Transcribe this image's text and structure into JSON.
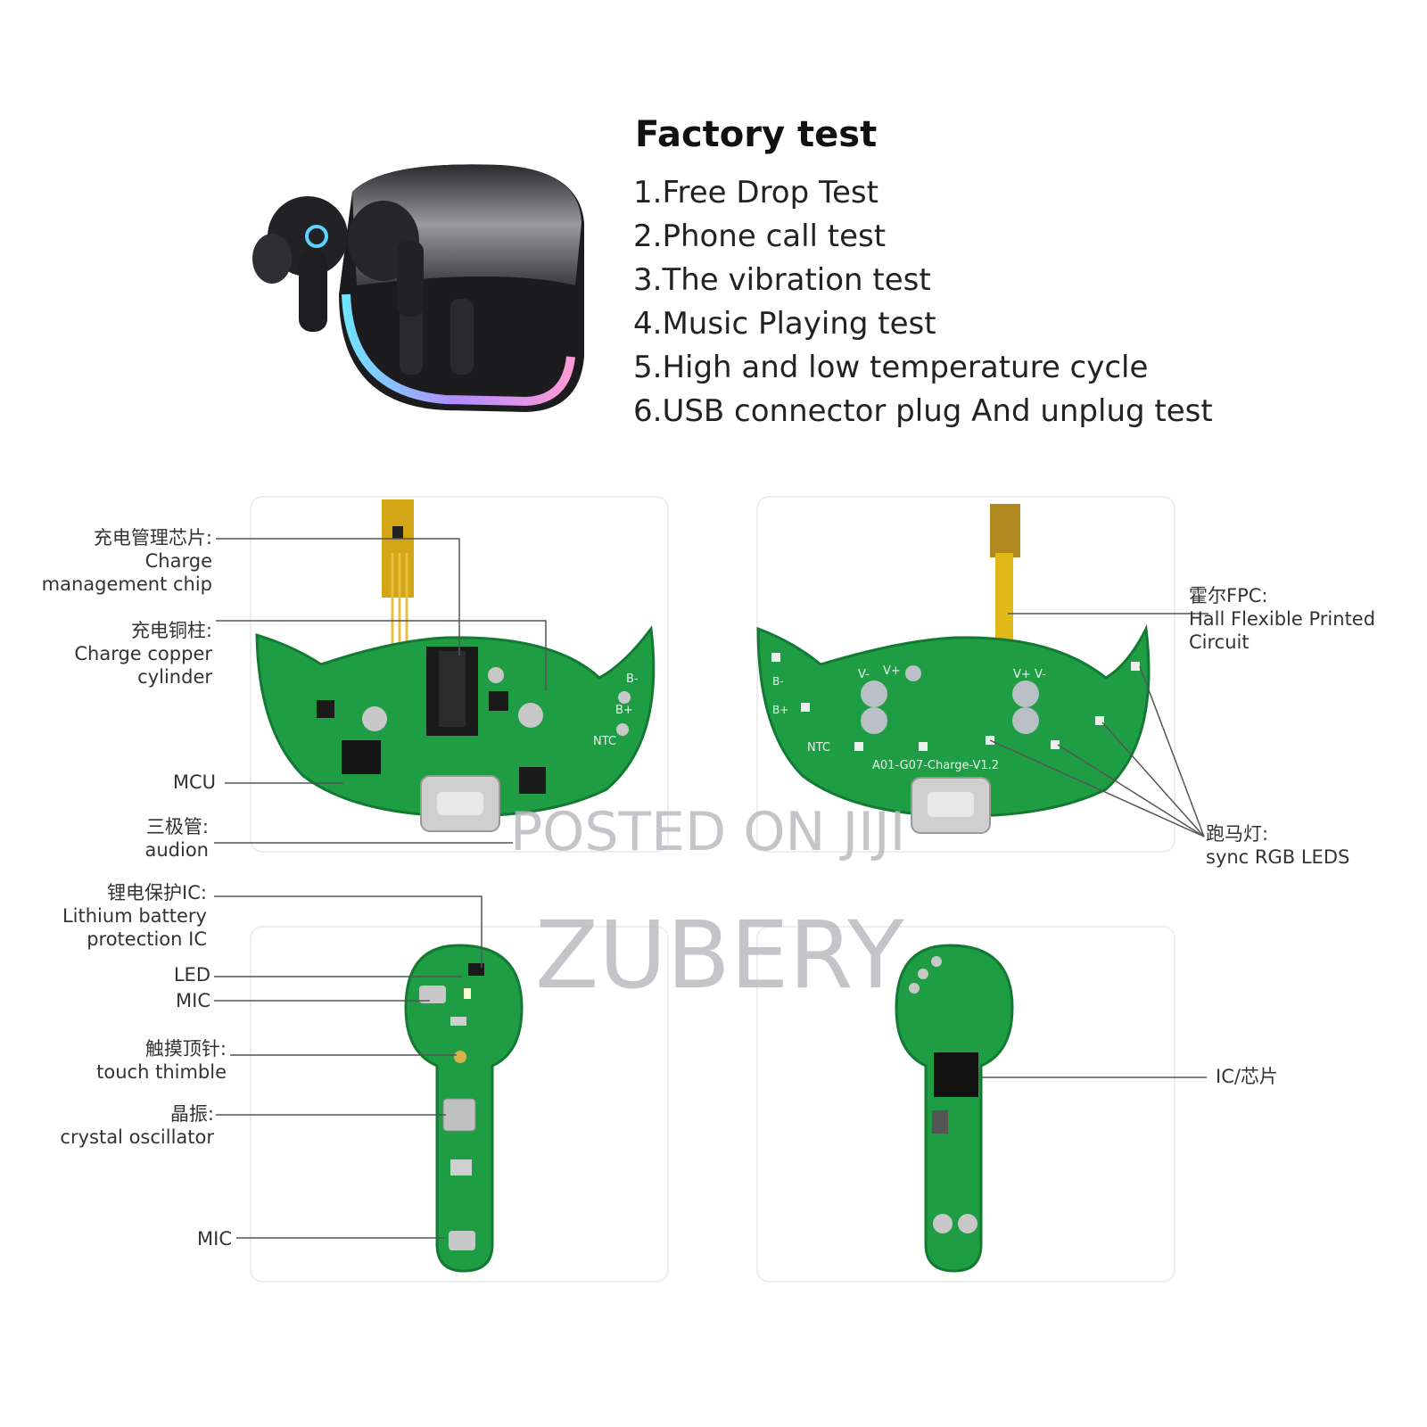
{
  "factory": {
    "title": "Factory test",
    "tests": [
      "1.Free Drop Test",
      "2.Phone call test",
      "3.The vibration test",
      "4.Music Playing test",
      "5.High and low temperature cycle",
      "6.USB connector plug And unplug test"
    ]
  },
  "labels": {
    "charge_chip_cn": "充电管理芯片:",
    "charge_chip_en1": "Charge",
    "charge_chip_en2": "management chip",
    "copper_cn": "充电铜柱:",
    "copper_en1": "Charge copper",
    "copper_en2": "cylinder",
    "mcu": "MCU",
    "audion_cn": "三极管:",
    "audion_en": "audion",
    "hall_cn": "霍尔FPC:",
    "hall_en1": "Hall Flexible Printed",
    "hall_en2": "Circuit",
    "rgb_cn": "跑马灯:",
    "rgb_en": "sync RGB LEDS",
    "lithium_cn": "锂电保护IC:",
    "lithium_en1": "Lithium battery",
    "lithium_en2": "protection IC",
    "led": "LED",
    "mic1": "MIC",
    "touch_cn": "触摸顶针:",
    "touch_en": "touch thimble",
    "crystal_cn": "晶振:",
    "crystal_en": "crystal oscillator",
    "mic2": "MIC",
    "ic": "IC/芯片"
  },
  "board": {
    "silk_bminus": "B-",
    "silk_bplus": "B+",
    "silk_ntc": "NTC",
    "silk_vminus": "V-",
    "silk_vplus": "V+",
    "silk_version": "A01-G07-Charge-V1.2"
  },
  "watermark": {
    "line1": "POSTED ON JIJI",
    "line2": "ZUBERY"
  },
  "colors": {
    "pcb_green": "#1f9d45",
    "pcb_dark": "#137a33",
    "fpc_gold": "#d4a514",
    "leader_line": "#555555",
    "case_black": "#1c1c1f",
    "led_glow": "#5fd3ff"
  }
}
